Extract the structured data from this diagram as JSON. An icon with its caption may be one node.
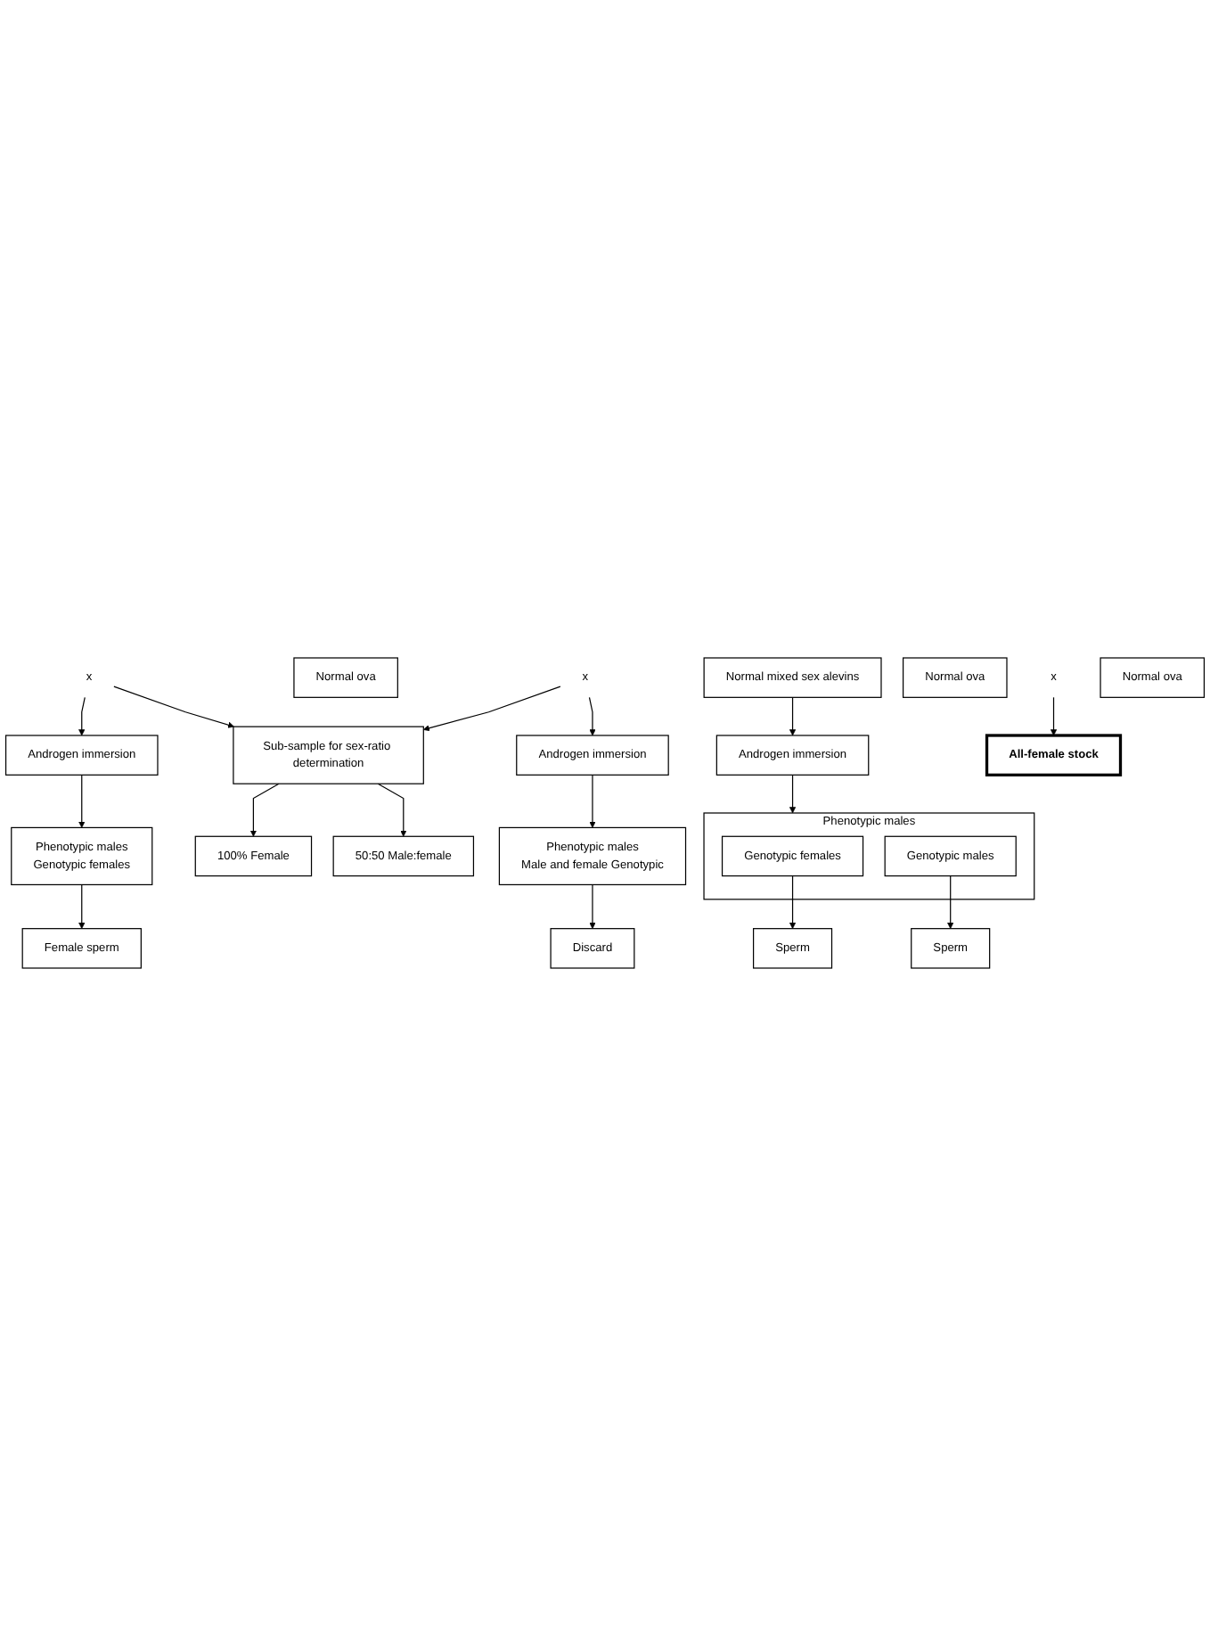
{
  "diagram": {
    "nodes": [
      {
        "text": [
          "Normal mixed sex alevins"
        ]
      },
      {
        "text": [
          "Androgen immersion"
        ]
      },
      {
        "text": [
          "Phenotypic males"
        ]
      },
      {
        "text": [
          "Genotypic females"
        ],
        "in": 2
      },
      {
        "text": [
          "Genotypic males"
        ],
        "in": 2
      },
      {
        "text": [
          "Normal ova"
        ]
      },
      {
        "text": [
          "x"
        ]
      },
      {
        "text": [
          "Sperm"
        ]
      },
      {
        "text": [
          "Sperm"
        ]
      },
      {
        "text": [
          "x"
        ]
      },
      {
        "text": [
          "Normal ova"
        ]
      },
      {
        "text": [
          "Androgen immersion"
        ]
      },
      {
        "text": [
          "Sub-sample for sex-ratio determination"
        ]
      },
      {
        "text": [
          "Androgen immersion"
        ]
      },
      {
        "text": [
          "100% Female"
        ]
      },
      {
        "text": [
          "50:50 Male:female"
        ]
      },
      {
        "text": [
          "Phenotypic males",
          "Genotypic females"
        ]
      },
      {
        "text": [
          "Phenotypic males",
          "Male and female Genotypic"
        ]
      },
      {
        "text": [
          "Female sperm"
        ]
      },
      {
        "text": [
          "x"
        ]
      },
      {
        "text": [
          "Normal ova"
        ]
      },
      {
        "text": [
          "Discard"
        ]
      },
      {
        "text": [
          "All-female stock"
        ]
      }
    ],
    "edges": [
      {
        "from": 0,
        "to": 1,
        "arrow": "to"
      },
      {
        "from": 1,
        "to": 2,
        "arrow": "to"
      },
      {
        "from": 3,
        "to": 7,
        "arrow": "to"
      },
      {
        "from": 4,
        "to": 8,
        "arrow": "to"
      },
      {
        "from": 6,
        "to": 11,
        "arrow": "to"
      },
      {
        "from": 6,
        "to": 12,
        "arrow": "to"
      },
      {
        "from": 9,
        "to": 12,
        "arrow": "to"
      },
      {
        "from": 9,
        "to": 13,
        "arrow": "to"
      },
      {
        "from": 11,
        "to": 16,
        "arrow": "to"
      },
      {
        "from": 12,
        "to": 14,
        "arrow": "to"
      },
      {
        "from": 12,
        "to": 15,
        "arrow": "to"
      },
      {
        "from": 13,
        "to": 17,
        "arrow": "to"
      },
      {
        "from": 16,
        "to": 18,
        "arrow": "to"
      },
      {
        "from": 17,
        "to": 21,
        "arrow": "to"
      },
      {
        "from": 19,
        "to": 22,
        "arrow": "to"
      }
    ]
  }
}
